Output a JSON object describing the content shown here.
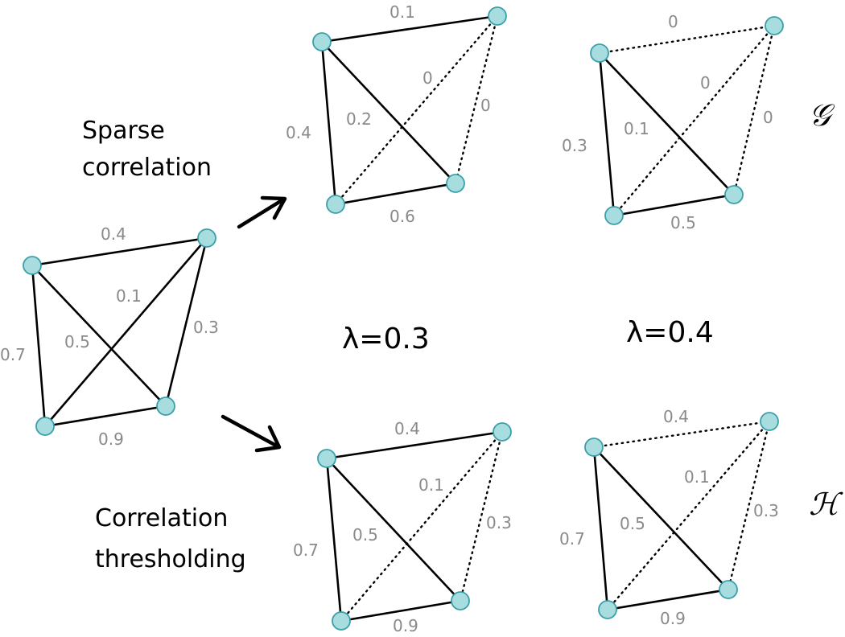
{
  "captions": {
    "sparse_line1": "Sparse",
    "sparse_line2": "correlation",
    "threshold_line1": "Correlation",
    "threshold_line2": "thresholding"
  },
  "lambdas": {
    "first": "λ=0.3",
    "second": "λ=0.4"
  },
  "row_labels": {
    "g": "𝒢",
    "h": "ℋ"
  },
  "colors": {
    "node_fill": "#a8dde0",
    "node_stroke": "#3a9fa8",
    "weight_text": "#8a8a8a"
  },
  "graphs": {
    "original": {
      "edges": [
        {
          "from": "top-left",
          "to": "top-right",
          "weight": "0.4",
          "style": "solid"
        },
        {
          "from": "top-left",
          "to": "bottom-left",
          "weight": "0.7",
          "style": "solid"
        },
        {
          "from": "top-right",
          "to": "bottom-right",
          "weight": "0.3",
          "style": "solid"
        },
        {
          "from": "bottom-left",
          "to": "bottom-right",
          "weight": "0.9",
          "style": "solid"
        },
        {
          "from": "top-left",
          "to": "bottom-right",
          "weight": "0.5",
          "style": "solid"
        },
        {
          "from": "top-right",
          "to": "bottom-left",
          "weight": "0.1",
          "style": "solid"
        }
      ]
    },
    "sparse_0_3": {
      "edges": [
        {
          "from": "top-left",
          "to": "top-right",
          "weight": "0.1",
          "style": "solid"
        },
        {
          "from": "top-left",
          "to": "bottom-left",
          "weight": "0.4",
          "style": "solid"
        },
        {
          "from": "top-right",
          "to": "bottom-right",
          "weight": "0",
          "style": "dotted"
        },
        {
          "from": "bottom-left",
          "to": "bottom-right",
          "weight": "0.6",
          "style": "solid"
        },
        {
          "from": "top-left",
          "to": "bottom-right",
          "weight": "0.2",
          "style": "solid"
        },
        {
          "from": "top-right",
          "to": "bottom-left",
          "weight": "0",
          "style": "dotted"
        }
      ]
    },
    "sparse_0_4": {
      "edges": [
        {
          "from": "top-left",
          "to": "top-right",
          "weight": "0",
          "style": "dotted"
        },
        {
          "from": "top-left",
          "to": "bottom-left",
          "weight": "0.3",
          "style": "solid"
        },
        {
          "from": "top-right",
          "to": "bottom-right",
          "weight": "0",
          "style": "dotted"
        },
        {
          "from": "bottom-left",
          "to": "bottom-right",
          "weight": "0.5",
          "style": "solid"
        },
        {
          "from": "top-left",
          "to": "bottom-right",
          "weight": "0.1",
          "style": "solid"
        },
        {
          "from": "top-right",
          "to": "bottom-left",
          "weight": "0",
          "style": "dotted"
        }
      ]
    },
    "threshold_0_3": {
      "edges": [
        {
          "from": "top-left",
          "to": "top-right",
          "weight": "0.4",
          "style": "solid"
        },
        {
          "from": "top-left",
          "to": "bottom-left",
          "weight": "0.7",
          "style": "solid"
        },
        {
          "from": "top-right",
          "to": "bottom-right",
          "weight": "0.3",
          "style": "dotted"
        },
        {
          "from": "bottom-left",
          "to": "bottom-right",
          "weight": "0.9",
          "style": "solid"
        },
        {
          "from": "top-left",
          "to": "bottom-right",
          "weight": "0.5",
          "style": "solid"
        },
        {
          "from": "top-right",
          "to": "bottom-left",
          "weight": "0.1",
          "style": "dotted"
        }
      ]
    },
    "threshold_0_4": {
      "edges": [
        {
          "from": "top-left",
          "to": "top-right",
          "weight": "0.4",
          "style": "dotted"
        },
        {
          "from": "top-left",
          "to": "bottom-left",
          "weight": "0.7",
          "style": "solid"
        },
        {
          "from": "top-right",
          "to": "bottom-right",
          "weight": "0.3",
          "style": "dotted"
        },
        {
          "from": "bottom-left",
          "to": "bottom-right",
          "weight": "0.9",
          "style": "solid"
        },
        {
          "from": "top-left",
          "to": "bottom-right",
          "weight": "0.5",
          "style": "solid"
        },
        {
          "from": "top-right",
          "to": "bottom-left",
          "weight": "0.1",
          "style": "dotted"
        }
      ]
    }
  }
}
